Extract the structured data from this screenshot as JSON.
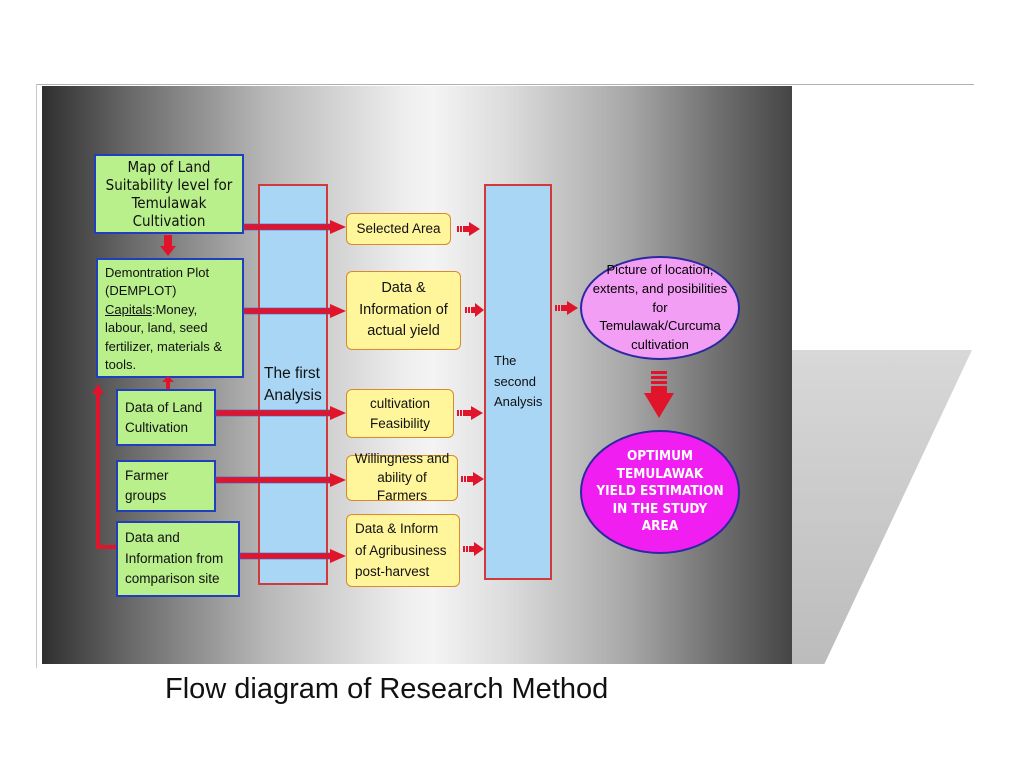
{
  "caption": "Flow diagram of Research Method",
  "inputs": {
    "map_land": "Map of Land Suitability level for Temulawak Cultivation",
    "demplot_line1": "Demontration Plot",
    "demplot_line2": "(DEMPLOT)",
    "demplot_capitals": "Capitals",
    "demplot_rest": ":Money, labour, land, seed fertilizer, materials & tools.",
    "land_cultivation": "Data of Land Cultivation",
    "farmer_groups": "Farmer groups",
    "comparison_site": "Data and Information from comparison site"
  },
  "first_analysis": "The first Analysis",
  "second_analysis": "The second Analysis",
  "intermediate": {
    "selected_area": "Selected Area",
    "actual_yield": "Data & Information of actual yield",
    "cultivation_feasibility": "cultivation Feasibility",
    "willingness": "Willingness and ability of Farmers",
    "agribusiness": "Data & Inform of Agribusiness post-harvest"
  },
  "outputs": {
    "picture": "Picture of location, extents, and posibilities for Temulawak/Curcuma cultivation",
    "optimum": "OPTIMUM TEMULAWAK YIELD ESTIMATION IN THE STUDY AREA"
  },
  "colors": {
    "input_fill": "#b9f08c",
    "input_border": "#1f3fbf",
    "analysis_fill": "#a9d6f5",
    "analysis_border": "#d23a3a",
    "intermediate_fill": "#fff59a",
    "intermediate_border": "#d98b2b",
    "picture_fill": "#f39ef5",
    "optimum_fill": "#f01ef0",
    "arrow": "#e0142a",
    "arrow_outline": "#3a5fd0"
  }
}
